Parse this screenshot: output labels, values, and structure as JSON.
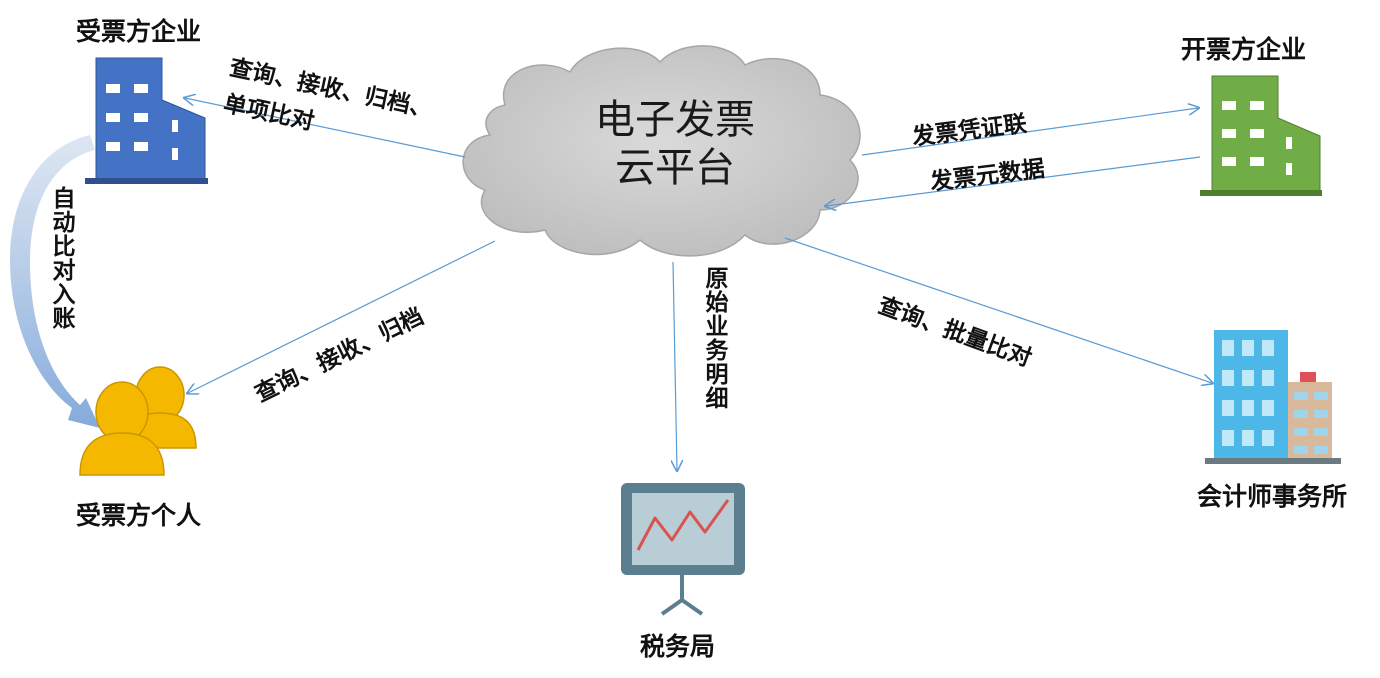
{
  "center": {
    "line1": "电子发票",
    "line2": "云平台"
  },
  "nodes": {
    "recipient_company": "受票方企业",
    "issuer_company": "开票方企业",
    "recipient_individual": "受票方个人",
    "tax_bureau": "税务局",
    "accounting_firm": "会计师事务所"
  },
  "edges": {
    "to_recipient_company_line1": "查询、接收、归档、",
    "to_recipient_company_line2": "单项比对",
    "to_issuer": "发票凭证联",
    "from_issuer": "发票元数据",
    "to_individual": "查询、接收、归档",
    "to_tax_bureau": "原始业务明细",
    "to_accounting_firm": "查询、批量比对",
    "company_to_individual": "自动比对入账"
  },
  "colors": {
    "recipient_company_building": "#4472C4",
    "issuer_building": "#70AD47",
    "individual": "#F5B800",
    "monitor_frame": "#5B7F8F",
    "cloud": "#C9C9C9",
    "arrow": "#5B9BD5",
    "tower_main": "#4DB8E8",
    "tower_side": "#D9B99B"
  },
  "icons": {
    "recipient_company": "office-building-icon",
    "issuer_company": "office-building-icon",
    "recipient_individual": "people-icon",
    "tax_bureau": "chart-monitor-icon",
    "accounting_firm": "city-buildings-icon",
    "center": "cloud-icon"
  }
}
